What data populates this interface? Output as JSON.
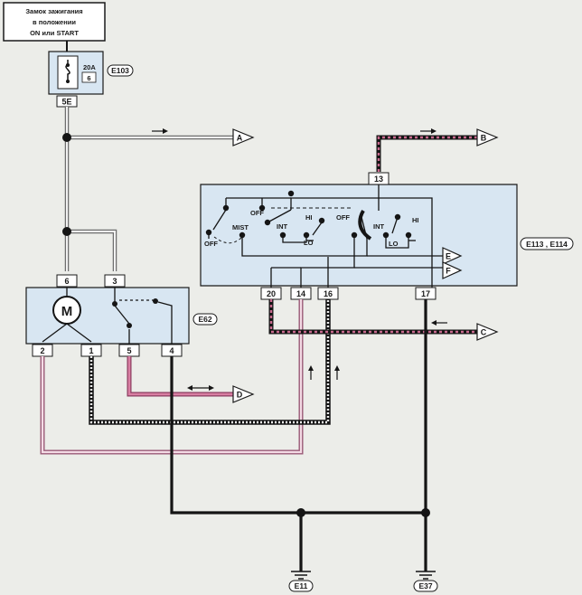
{
  "ignition_box": {
    "line1": "Замок зажигания",
    "line2": "в положении",
    "line3": "ON или START"
  },
  "fuse": {
    "rating": "20A",
    "number": "6",
    "pin": "5E",
    "connector": "E103"
  },
  "motor": {
    "symbol": "M",
    "connector": "E62",
    "pins": [
      "6",
      "3",
      "2",
      "1",
      "5",
      "4"
    ]
  },
  "switch": {
    "connector": "E113 , E114",
    "pin_top": "13",
    "pins_bottom": [
      "20",
      "14",
      "16",
      "17"
    ],
    "labels": {
      "off_left": "OFF",
      "off_mid": "OFF",
      "mist": "MIST",
      "int_left": "INT",
      "hi_left": "HI",
      "lo_left": "LO",
      "off_right": "OFF",
      "int_right": "INT",
      "hi_right": "HI",
      "lo_right": "LO"
    }
  },
  "arrows": [
    "A",
    "B",
    "C",
    "D",
    "E",
    "F"
  ],
  "grounds": [
    "E11",
    "E37"
  ],
  "colors": {
    "wire_dark": "#151515",
    "wire_pink": "#c86a8e",
    "box_fill": "#d8e6f2"
  }
}
